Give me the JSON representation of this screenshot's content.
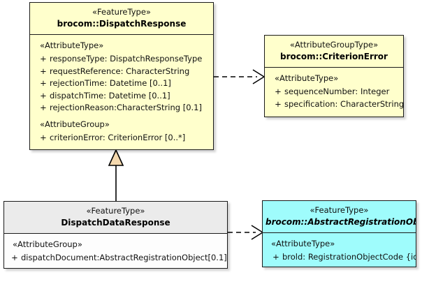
{
  "diagram": {
    "kind": "uml-class-diagram",
    "background": "#ffffff",
    "colors": {
      "feature_type_fill": "#ffffcc",
      "attribute_group_type_fill": "#ffffcc",
      "abstract_type_fill": "#9ffcfc",
      "plain_type_header_fill": "#ebebeb",
      "plain_type_body_fill": "#fdfdfd",
      "border": "#1a1a1a",
      "generalization_arrow_fill": "#f5d9ae",
      "line": "#000000"
    }
  },
  "classes": {
    "dispatch_response": {
      "stereotype": "«FeatureType»",
      "name": "brocom::DispatchResponse",
      "abstract": false,
      "sections": [
        {
          "group_label": "«AttributeType»",
          "attributes": [
            {
              "visibility": "+",
              "text": "responseType: DispatchResponseType"
            },
            {
              "visibility": "+",
              "text": "requestReference: CharacterString"
            },
            {
              "visibility": "+",
              "text": "rejectionTime: Datetime [0..1]"
            },
            {
              "visibility": "+",
              "text": "dispatchTime: Datetime [0..1]"
            },
            {
              "visibility": "+",
              "text": "rejectionReason:CharacterString [0.1]"
            }
          ]
        },
        {
          "group_label": "«AttributeGroup»",
          "attributes": [
            {
              "visibility": "+",
              "text": "criterionError: CriterionError [0..*]"
            }
          ]
        }
      ]
    },
    "criterion_error": {
      "stereotype": "«AttributeGroupType»",
      "name": "brocom::CriterionError",
      "abstract": false,
      "sections": [
        {
          "group_label": "«AttributeType»",
          "attributes": [
            {
              "visibility": "+",
              "text": "sequenceNumber: Integer"
            },
            {
              "visibility": "+",
              "text": "specification: CharacterString"
            }
          ]
        }
      ]
    },
    "dispatch_data_response": {
      "stereotype": "«FeatureType»",
      "name": "DispatchDataResponse",
      "abstract": false,
      "sections": [
        {
          "group_label": "«AttributeGroup»",
          "attributes": [
            {
              "visibility": "+",
              "text": "dispatchDocument:AbstractRegistrationObject[0.1]"
            }
          ]
        }
      ]
    },
    "abstract_registration_object": {
      "stereotype": "«FeatureType»",
      "name": "brocom::AbstractRegistrationObject",
      "abstract": true,
      "sections": [
        {
          "group_label": "«AttributeType»",
          "attributes": [
            {
              "visibility": "+",
              "text": "brold: RegistrationObjectCode {id}"
            }
          ]
        }
      ]
    }
  },
  "relationships": [
    {
      "id": "dep-dispatchresponse-criterionerror",
      "type": "dependency",
      "style": "dashed-open-arrow",
      "source": "brocom::DispatchResponse",
      "target": "brocom::CriterionError"
    },
    {
      "id": "gen-dispatchdataresponse-dispatchresponse",
      "type": "generalization",
      "style": "solid-hollow-triangle",
      "source": "DispatchDataResponse",
      "target": "brocom::DispatchResponse"
    },
    {
      "id": "dep-dispatchdataresponse-abstractregistrationobject",
      "type": "dependency",
      "style": "dashed-open-arrow",
      "source": "DispatchDataResponse",
      "target": "brocom::AbstractRegistrationObject"
    }
  ]
}
